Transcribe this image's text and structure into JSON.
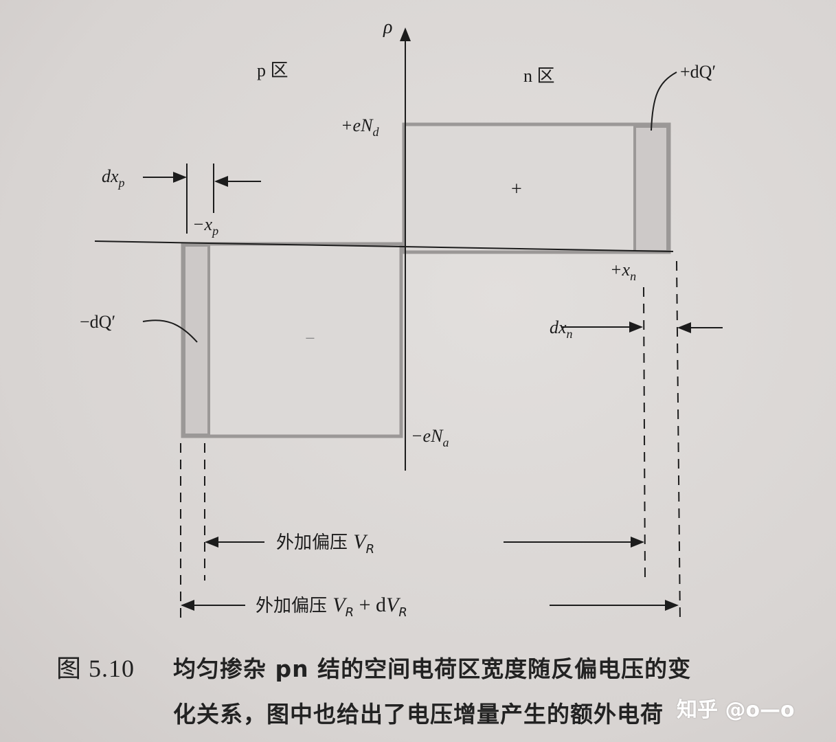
{
  "figure": {
    "axis": {
      "y_label": "ρ"
    },
    "regions": {
      "p_region": "p 区",
      "n_region": "n 区"
    },
    "levels": {
      "positive_prefix": "+eN",
      "positive_sub": "d",
      "negative_prefix": "−eN",
      "negative_sub": "a"
    },
    "signs": {
      "plus": "+",
      "minus": "−"
    },
    "charges": {
      "plus_dq": "+dQ′",
      "minus_dq": "−dQ′"
    },
    "widths": {
      "dxp_prefix": "dx",
      "dxp_sub": "p",
      "neg_xp_prefix": "−x",
      "neg_xp_sub": "p",
      "pos_xn_prefix": "+x",
      "pos_xn_sub": "n",
      "dxn_prefix": "dx",
      "dxn_sub": "n"
    },
    "bias": {
      "vr_text": "外加偏压 ",
      "vr_var": "V",
      "vr_sub": "R",
      "vrdvr_text": "外加偏压 ",
      "vrdvr_var": "V",
      "vrdvr_sub": "R",
      "vrdvr_plus": " + d",
      "vrdvr_var2": "V",
      "vrdvr_sub2": "R"
    },
    "colors": {
      "outline": "#9b9897",
      "fill": "#cdc9c8",
      "ink": "#1c1c1c"
    }
  },
  "caption": {
    "number": "图 5.10",
    "line1": "均匀掺杂 pn 结的空间电荷区宽度随反偏电压的变",
    "line2": "化关系，图中也给出了电压增量产生的额外电荷"
  },
  "watermark": "知乎 @o—o"
}
